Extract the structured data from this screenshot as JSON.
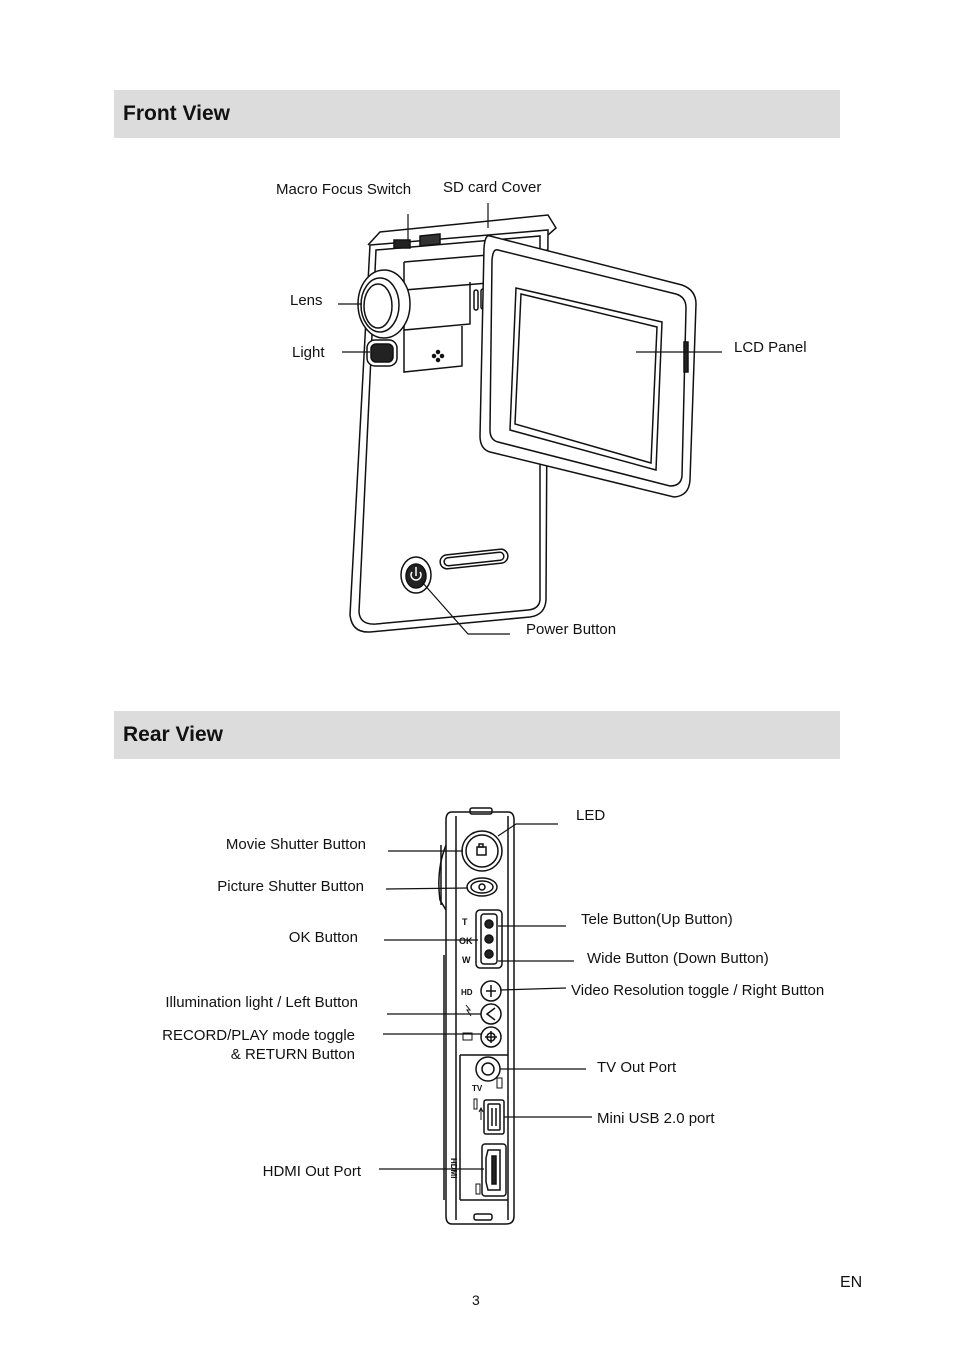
{
  "front": {
    "title": "Front View",
    "labels": {
      "macro_focus_switch": "Macro Focus Switch",
      "sd_card_cover": "SD card Cover",
      "lens": "Lens",
      "light": "Light",
      "lcd_panel": "LCD Panel",
      "power_button": "Power Button"
    }
  },
  "rear": {
    "title": "Rear View",
    "labels": {
      "led": "LED",
      "movie_shutter": "Movie Shutter Button",
      "picture_shutter": "Picture Shutter Button",
      "tele": "Tele Button(Up Button)",
      "ok": "OK Button",
      "wide": "Wide Button (Down Button)",
      "video_resolution": "Video Resolution toggle / Right Button",
      "illumination": "Illumination light / Left Button",
      "record_play_1": "RECORD/PLAY mode toggle",
      "record_play_2": "& RETURN Button",
      "tv_out": "TV Out Port",
      "mini_usb": "Mini USB 2.0 port",
      "hdmi_out": "HDMI Out Port"
    },
    "device_marks": {
      "t": "T",
      "ok": "OK",
      "w": "W",
      "hd": "HD",
      "tv": "TV",
      "hdmi": "HDMI"
    }
  },
  "footer": {
    "page_number": "3",
    "language": "EN"
  }
}
